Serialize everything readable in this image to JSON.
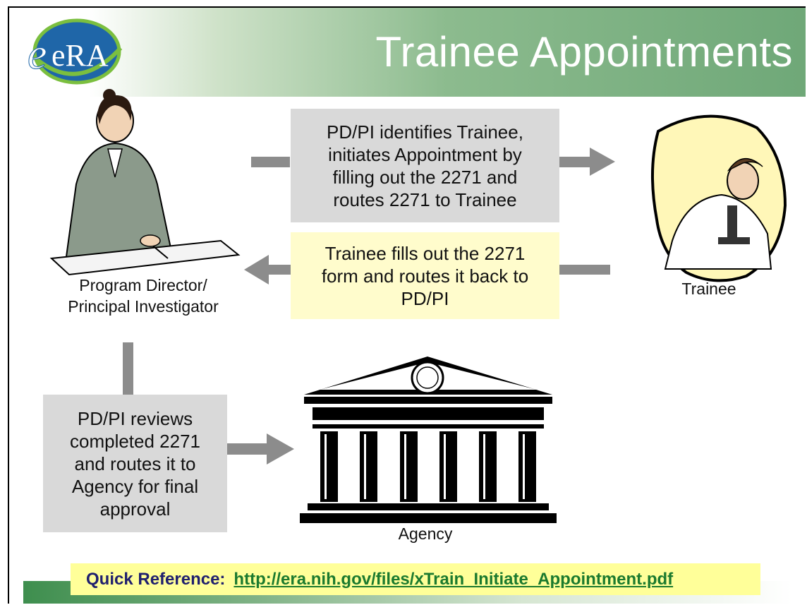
{
  "slide": {
    "title": "Trainee Appointments",
    "logo_text": "eRA",
    "colors": {
      "banner_green": "#6fa878",
      "box_gray": "#d9d9d9",
      "box_yellow": "#fffccc",
      "link_green": "#1b7a2e",
      "arrow_gray": "#8c8c8c"
    }
  },
  "actors": {
    "pd_label_line1": "Program Director/",
    "pd_label_line2": "Principal Investigator",
    "trainee_label": "Trainee",
    "agency_label": "Agency"
  },
  "steps": {
    "step1": [
      "PD/PI identifies Trainee,",
      "initiates Appointment by",
      "filling out the 2271 and",
      "routes 2271 to Trainee"
    ],
    "step2": [
      "Trainee fills out the 2271",
      "form and routes it back to",
      "PD/PI"
    ],
    "step3": [
      "PD/PI reviews",
      "completed 2271",
      "and routes it to",
      "Agency for final",
      "approval"
    ]
  },
  "quick_reference": {
    "label": "Quick Reference:",
    "link_text": "http://era.nih.gov/files/xTrain_Initiate_Appointment.pdf"
  },
  "icons": [
    "era-logo",
    "program-director-clipart",
    "trainee-scientist-clipart",
    "agency-building-icon",
    "arrow-right-icon",
    "arrow-left-icon"
  ]
}
